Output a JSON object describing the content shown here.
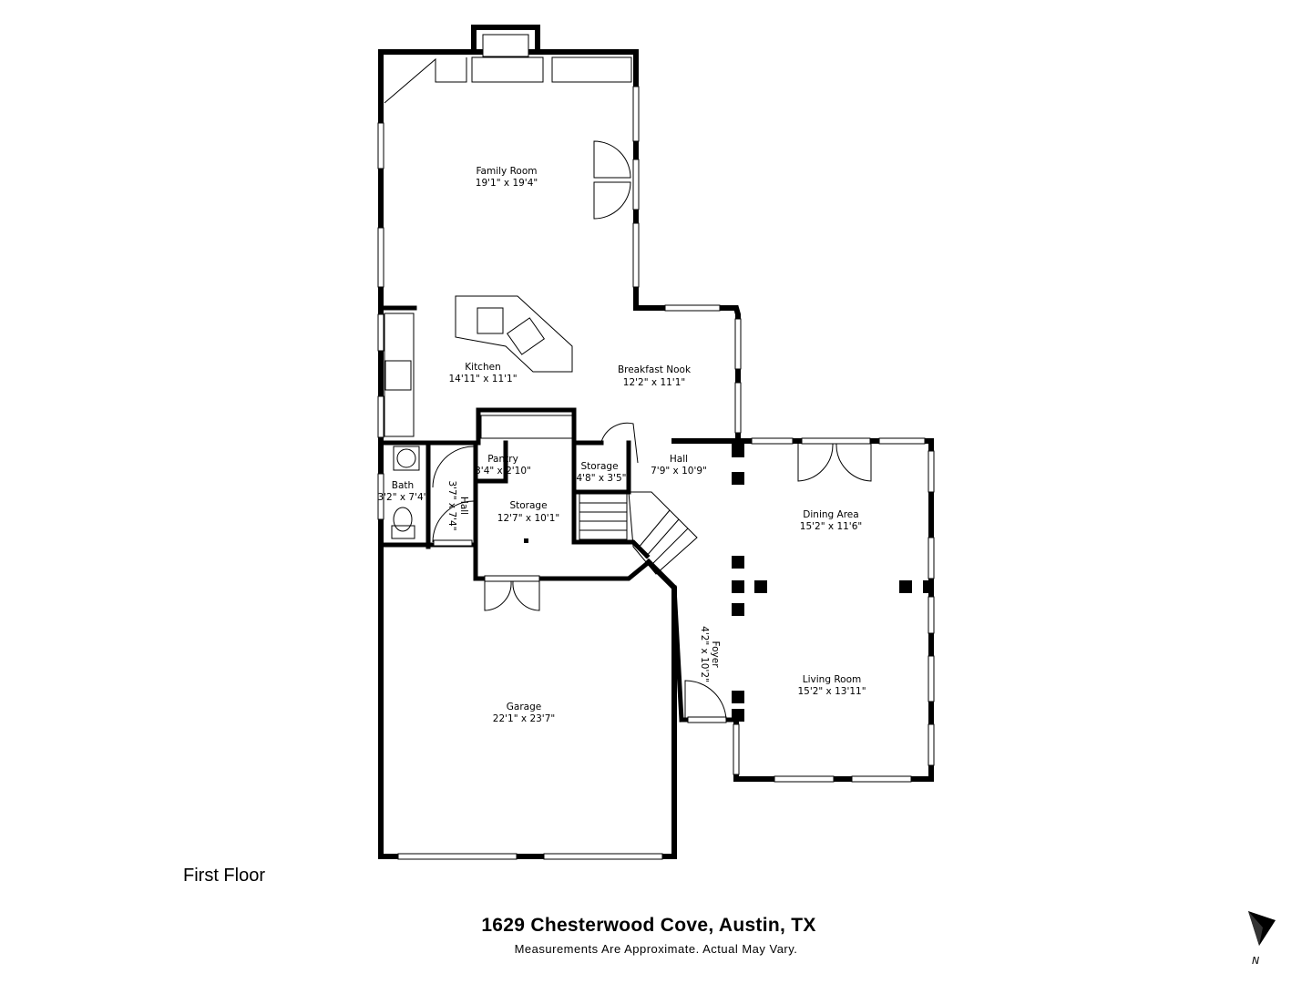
{
  "floor_label": "First Floor",
  "address": "1629 Chesterwood Cove, Austin, TX",
  "disclaimer": "Measurements Are Approximate. Actual May Vary.",
  "compass_label": "N",
  "rooms": {
    "family_room": {
      "name": "Family Room",
      "dims": "19'1\" x 19'4\""
    },
    "kitchen": {
      "name": "Kitchen",
      "dims": "14'11\" x 11'1\""
    },
    "breakfast_nook": {
      "name": "Breakfast Nook",
      "dims": "12'2\" x 11'1\""
    },
    "pantry": {
      "name": "Pantry",
      "dims": "3'4\" x 2'10\""
    },
    "storage_small": {
      "name": "Storage",
      "dims": "4'8\" x 3'5\""
    },
    "hall_main": {
      "name": "Hall",
      "dims": "7'9\" x 10'9\""
    },
    "bath": {
      "name": "Bath",
      "dims": "3'2\" x 7'4\""
    },
    "hall_side": {
      "name": "Hall",
      "dims": "3'7\" x 7'4\""
    },
    "storage_large": {
      "name": "Storage",
      "dims": "12'7\" x 10'1\""
    },
    "dining_area": {
      "name": "Dining Area",
      "dims": "15'2\" x 11'6\""
    },
    "foyer": {
      "name": "Foyer",
      "dims": "4'2\" x 10'2\""
    },
    "living_room": {
      "name": "Living Room",
      "dims": "15'2\" x 13'11\""
    },
    "garage": {
      "name": "Garage",
      "dims": "22'1\" x 23'7\""
    }
  }
}
